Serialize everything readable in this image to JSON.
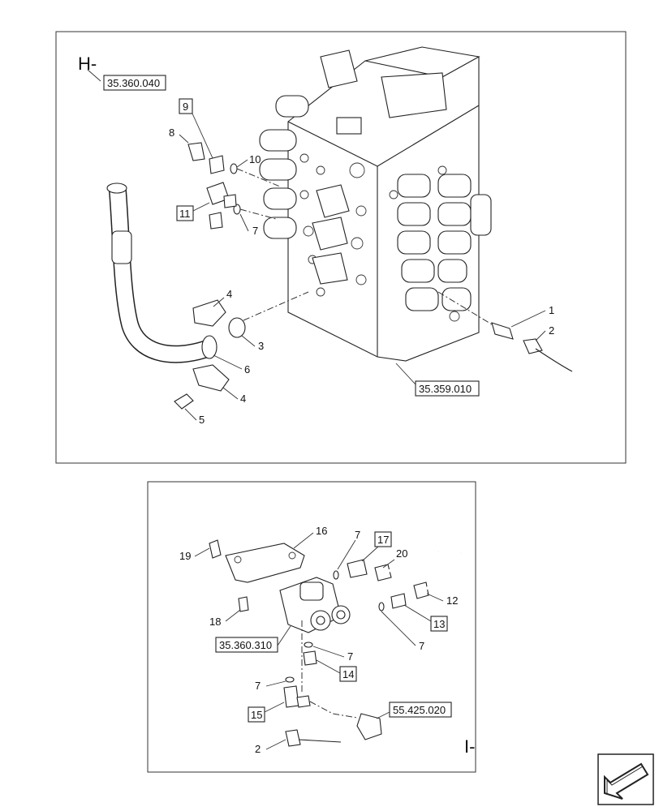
{
  "section_top": {
    "letter": "H-",
    "refs": {
      "ref_top_left": "35.360.040",
      "ref_bottom": "35.359.010"
    },
    "callouts": {
      "c1": "1",
      "c2": "2",
      "c3": "3",
      "c4a": "4",
      "c4b": "4",
      "c5": "5",
      "c6": "6",
      "c7": "7",
      "c8": "8",
      "c9": "9",
      "c10": "10",
      "c11": "11"
    }
  },
  "section_bottom": {
    "letter": "I-",
    "refs": {
      "ref_valve": "35.360.310",
      "ref_sensor": "55.425.020"
    },
    "callouts": {
      "c2": "2",
      "c7a": "7",
      "c7b": "7",
      "c7c": "7",
      "c7d": "7",
      "c12": "12",
      "c13": "13",
      "c14": "14",
      "c15": "15",
      "c16": "16",
      "c17": "17",
      "c18": "18",
      "c19": "19",
      "c20": "20"
    }
  },
  "nav": {
    "icon": "arrow-icon"
  }
}
